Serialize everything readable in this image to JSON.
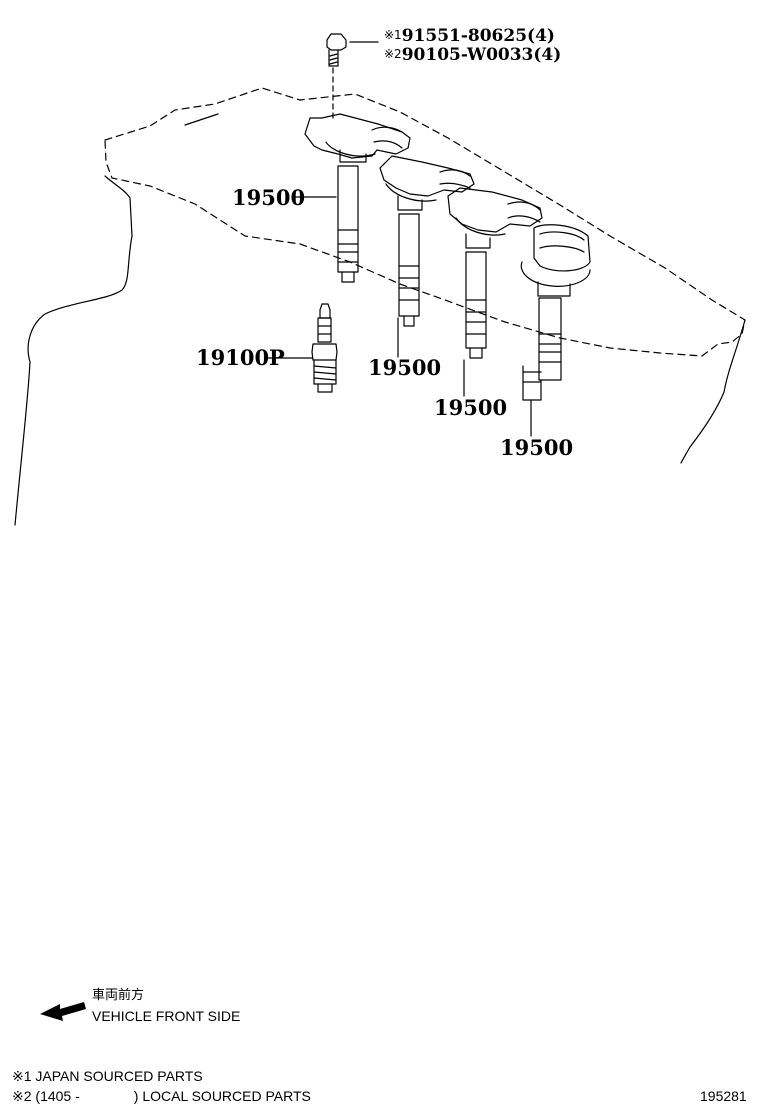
{
  "diagram": {
    "bolt_callouts": [
      {
        "mark": "※1",
        "part": "91551-80625(4)"
      },
      {
        "mark": "※2",
        "part": "90105-W0033(4)"
      }
    ],
    "part_labels": {
      "coil_1": "19500",
      "coil_2": "19500",
      "coil_3": "19500",
      "coil_4": "19500",
      "spark_plug": "19100P"
    },
    "front_indicator": {
      "jp_text": "車両前方",
      "en_text": "VEHICLE FRONT SIDE",
      "icon": "arrow-left-icon"
    },
    "notes": {
      "note1": "※1 JAPAN SOURCED PARTS",
      "note2_prefix": "※2 (1405 -",
      "note2_suffix": ") LOCAL SOURCED PARTS"
    },
    "figure_number": "195281"
  }
}
